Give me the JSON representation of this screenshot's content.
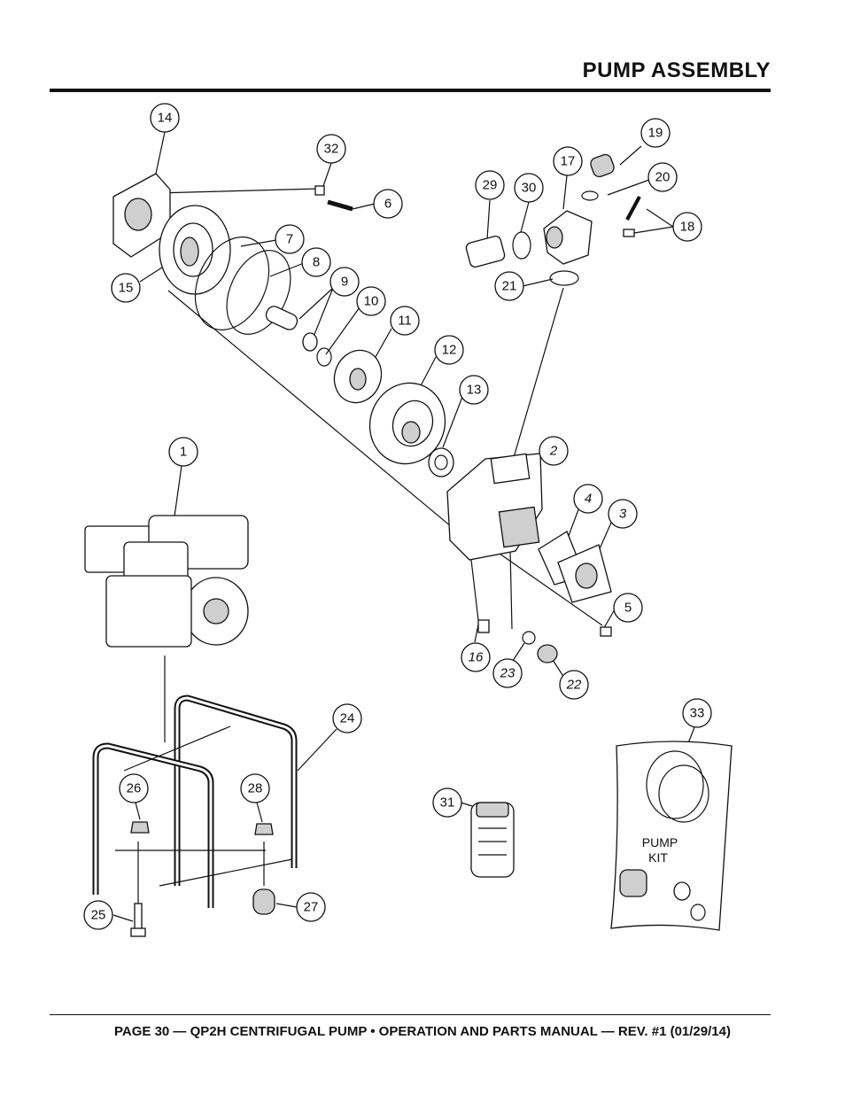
{
  "header": {
    "title": "PUMP ASSEMBLY"
  },
  "footer": {
    "text": "PAGE 30 — QP2H CENTRIFUGAL PUMP • OPERATION AND PARTS MANUAL — REV. #1 (01/29/14)"
  },
  "kit": {
    "line1": "PUMP",
    "line2": "KIT"
  },
  "callouts": [
    "1",
    "2",
    "3",
    "4",
    "5",
    "6",
    "7",
    "8",
    "9",
    "10",
    "11",
    "12",
    "13",
    "14",
    "15",
    "16",
    "17",
    "18",
    "19",
    "20",
    "21",
    "22",
    "23",
    "24",
    "25",
    "26",
    "27",
    "28",
    "29",
    "30",
    "31",
    "32",
    "33"
  ]
}
